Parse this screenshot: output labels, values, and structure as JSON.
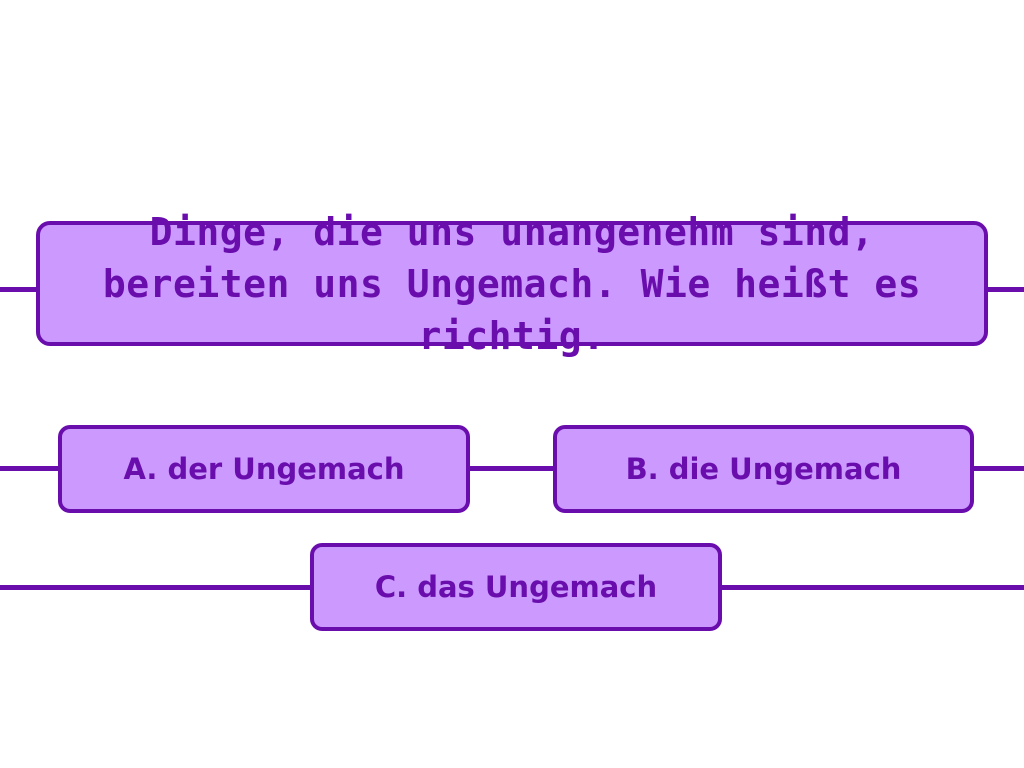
{
  "question": {
    "text": "Dinge, die uns unangenehm sind, bereiten uns Ungemach. Wie heißt es richtig."
  },
  "answers": [
    {
      "letter": "A.",
      "text": "der Ungemach"
    },
    {
      "letter": "B.",
      "text": "die Ungemach"
    },
    {
      "letter": "C.",
      "text": "das Ungemach"
    }
  ],
  "colors": {
    "box_fill": "#cc99ff",
    "border": "#6a0dad",
    "text": "#6a0dad",
    "background": "#ffffff"
  }
}
